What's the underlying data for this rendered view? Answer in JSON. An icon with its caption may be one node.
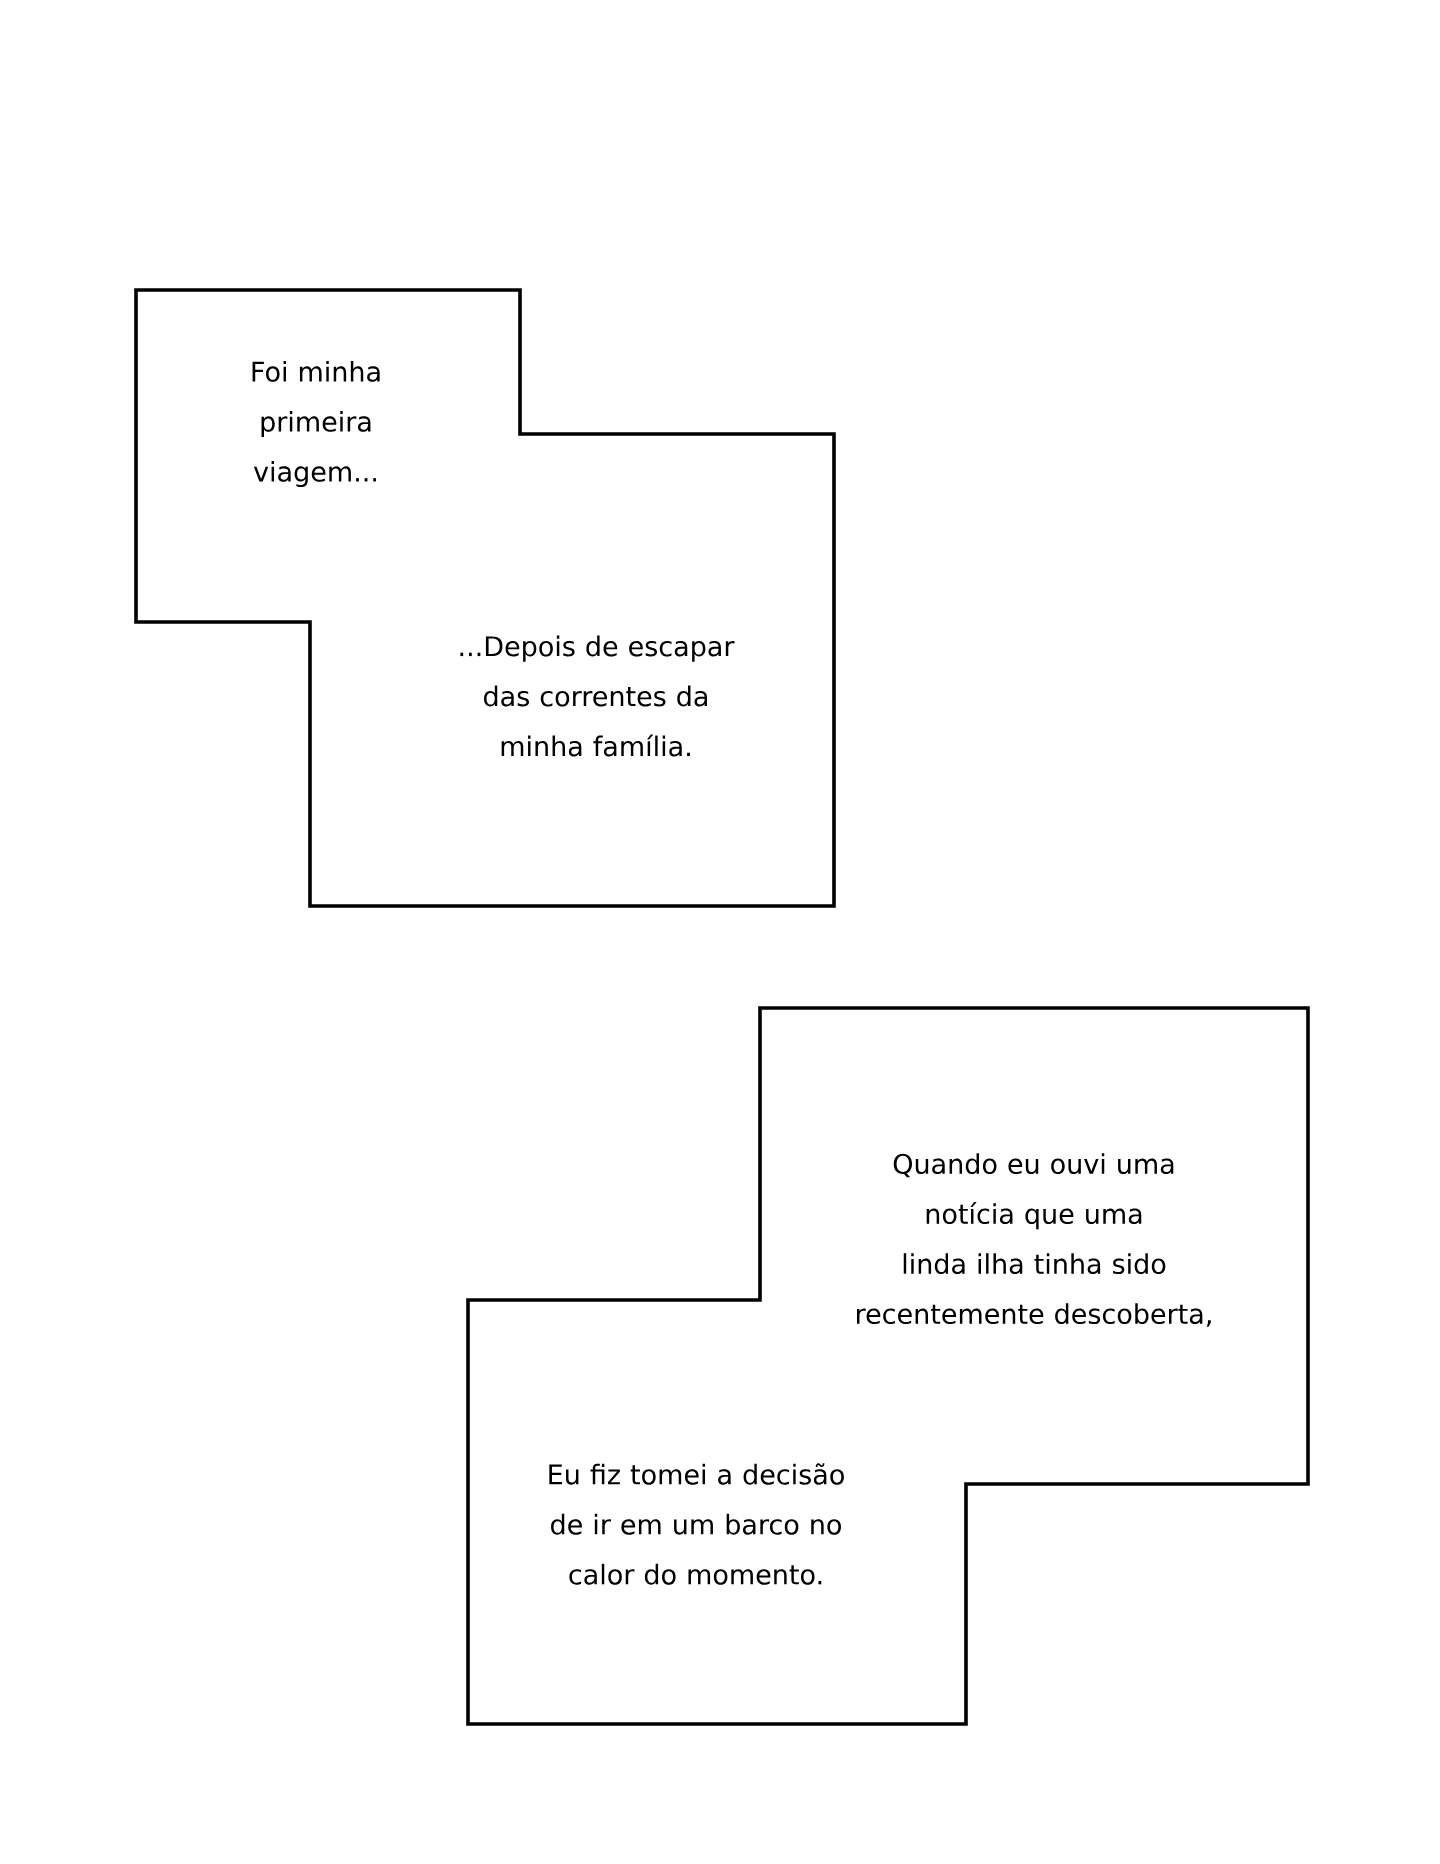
{
  "diagram": {
    "nodes": [
      {
        "text": [
          "Foi minha primeira viagem...",
          "...Depois de escapar das correntes da minha família."
        ]
      },
      {
        "text": [
          "Quando eu ouvi uma notícia que uma linda ilha tinha sido recentemente descoberta,",
          "Eu fiz tomei a decisão de ir em um barco no calor do momento."
        ]
      }
    ]
  }
}
